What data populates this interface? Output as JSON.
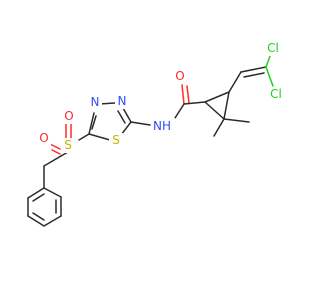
{
  "molecule": {
    "atoms": [
      {
        "symbol": "O",
        "color": "#ff2a2a"
      },
      {
        "symbol": "NH",
        "color": "#3050f8"
      },
      {
        "symbol": "N",
        "color": "#3050f8"
      },
      {
        "symbol": "N",
        "color": "#3050f8"
      },
      {
        "symbol": "S",
        "color": "#c8b400"
      },
      {
        "symbol": "S",
        "color": "#c8b400"
      },
      {
        "symbol": "O",
        "color": "#ff2a2a"
      },
      {
        "symbol": "O",
        "color": "#ff2a2a"
      },
      {
        "symbol": "Cl",
        "color": "#1fd01f"
      },
      {
        "symbol": "Cl",
        "color": "#1fd01f"
      }
    ]
  }
}
